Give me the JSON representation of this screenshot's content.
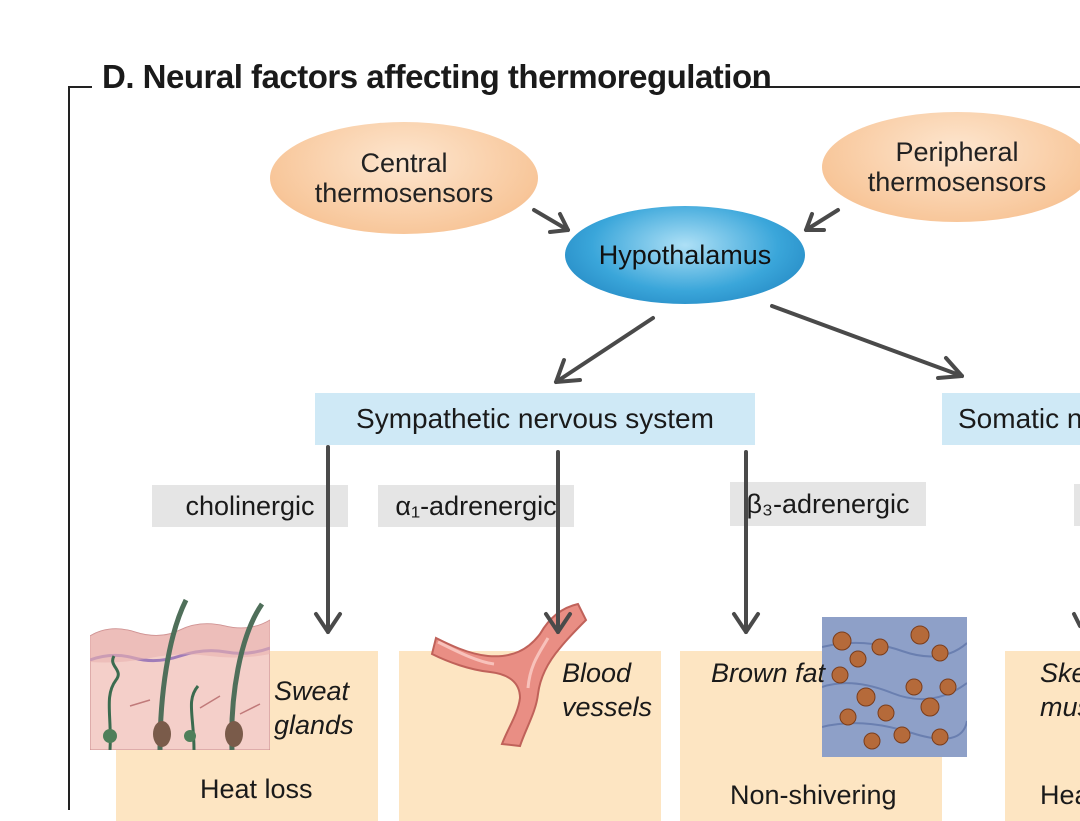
{
  "title": "D. Neural factors affecting thermoregulation",
  "nodes": {
    "central_thermosensors": "Central\nthermosensors",
    "peripheral_thermosensors": "Peripheral\nthermosensors",
    "hypothalamus": "Hypothalamus",
    "sympathetic_nervous_system": "Sympathetic nervous system",
    "somatic_nervous_system": "Somatic ne"
  },
  "pathways": {
    "cholinergic": "cholinergic",
    "alpha1_adrenergic": "α₁-adrenergic",
    "beta3_adrenergic": "β₃-adrenergic"
  },
  "effectors": {
    "sweat_glands": "Sweat\nglands",
    "blood_vessels": "Blood\nvessels",
    "brown_fat": "Brown fat",
    "skeletal_muscle": "Skel\nmus"
  },
  "outcomes": {
    "heat_loss": "Heat loss",
    "non_shivering": "Non-shivering",
    "heat_partial": "Hea"
  },
  "colors": {
    "oval_orange": "#f8c79b",
    "oval_blue": "#2b8fc9",
    "bar_blue": "#cfe9f6",
    "tag_gray": "#e5e5e5",
    "box_peach": "#fde5c2",
    "arrow": "#4a4a4a"
  }
}
